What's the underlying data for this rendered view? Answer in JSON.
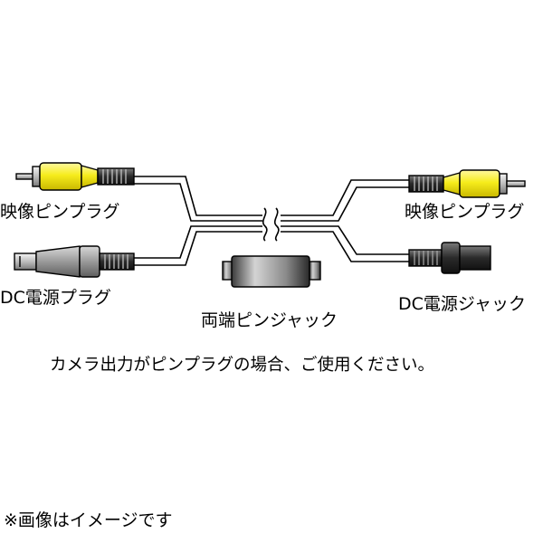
{
  "labels": {
    "left_top": "映像ピンプラグ",
    "left_bottom": "DC電源プラグ",
    "right_top": "映像ピンプラグ",
    "right_bottom": "DC電源ジャック",
    "center": "両端ピンジャック",
    "note": "カメラ出力がピンプラグの場合、ご使用ください。",
    "disclaimer": "※画像はイメージです"
  },
  "colors": {
    "plug_yellow": "#f6ec1c",
    "plug_gray": "#a3a3a3",
    "plug_dark": "#2a2a2a",
    "outline": "#000000"
  }
}
